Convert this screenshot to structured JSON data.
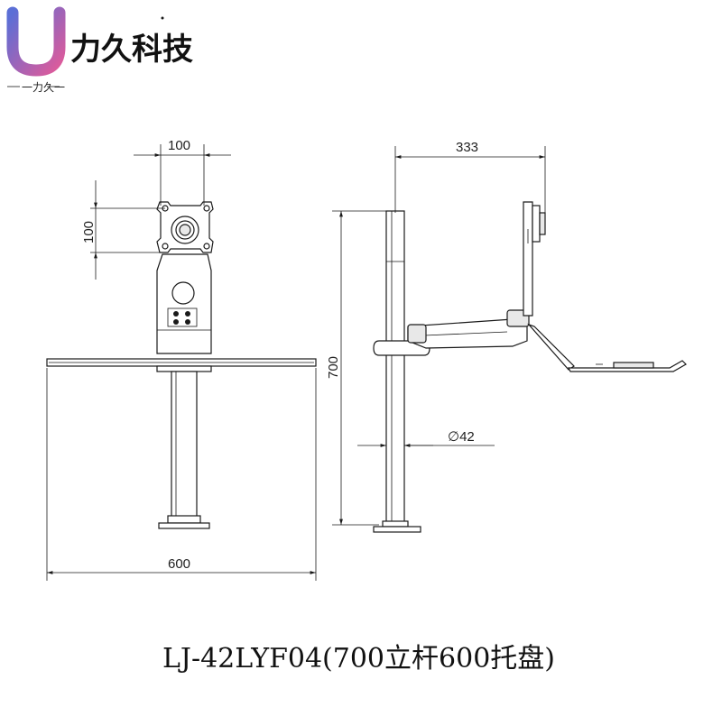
{
  "brand": {
    "name": "力久科技",
    "sub": "一力久一"
  },
  "dimensions": {
    "bracket_width": "100",
    "bracket_height": "100",
    "tray_width": "600",
    "arm_reach": "333",
    "pole_height": "700",
    "pole_diameter": "∅42"
  },
  "caption": "LJ-42LYF04(700立杆600托盘)",
  "colors": {
    "logo_gradient_start": "#5b6fd6",
    "logo_gradient_end": "#e05a9a",
    "line": "#1a1a1a"
  }
}
